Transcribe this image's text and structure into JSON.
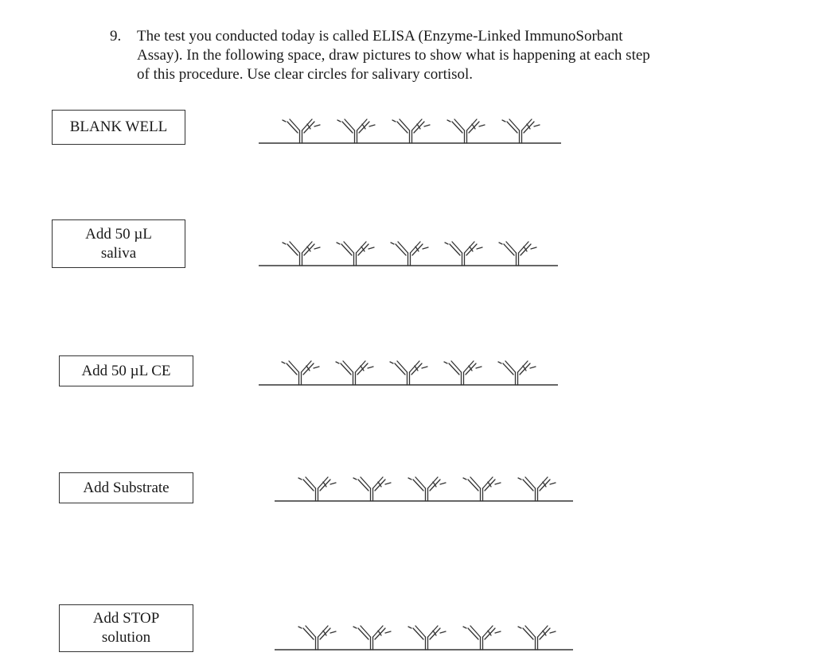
{
  "question": {
    "number": "9.",
    "lines": [
      "The test you conducted today is called ELISA (Enzyme-Linked ImmunoSorbant",
      "Assay).  In the following space, draw pictures to show what is happening at each step",
      "of this procedure.  Use clear circles for salivary cortisol."
    ]
  },
  "steps": [
    {
      "lines": [
        "BLANK WELL"
      ]
    },
    {
      "lines": [
        "Add 50 µL",
        "saliva"
      ]
    },
    {
      "lines": [
        "Add 50 µL CE"
      ]
    },
    {
      "lines": [
        "Add Substrate"
      ]
    },
    {
      "lines": [
        "Add STOP",
        "solution"
      ]
    }
  ],
  "antibodies_per_well": 5,
  "colors": {
    "ink": "#333333"
  }
}
